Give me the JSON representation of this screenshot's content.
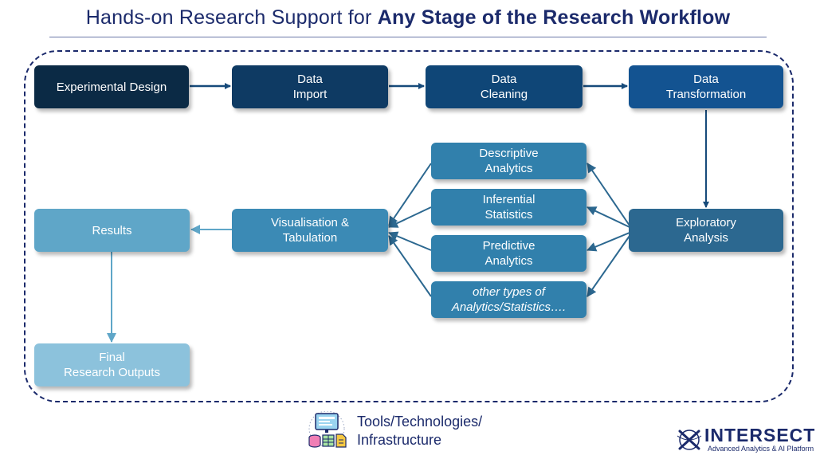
{
  "title": {
    "plain": "Hands-on Research Support for ",
    "bold": "Any Stage of the Research Workflow"
  },
  "workflow": {
    "experimental_design": "Experimental Design",
    "data_import": [
      "Data",
      "Import"
    ],
    "data_cleaning": [
      "Data",
      "Cleaning"
    ],
    "data_transformation": [
      "Data",
      "Transformation"
    ],
    "exploratory_analysis": [
      "Exploratory",
      "Analysis"
    ],
    "descriptive_analytics": [
      "Descriptive",
      "Analytics"
    ],
    "inferential_statistics": [
      "Inferential",
      "Statistics"
    ],
    "predictive_analytics": [
      "Predictive",
      "Analytics"
    ],
    "other_analytics": [
      "other types of",
      "Analytics/Statistics…."
    ],
    "visualisation": [
      "Visualisation &",
      "Tabulation"
    ],
    "results": "Results",
    "final_outputs": [
      "Final",
      "Research Outputs"
    ]
  },
  "footer": {
    "tools_line1": "Tools/Technologies/",
    "tools_line2": "Infrastructure",
    "tools_icon": "computer-workstation-icon",
    "logo_name": "INTERSECT",
    "logo_tagline": "Advanced Analytics & AI Platform",
    "logo_icon": "intersect-logo-icon"
  },
  "colors": {
    "title": "#1b2a6b",
    "experimental_design": "#0b2a45",
    "data_import": "#0e3a63",
    "data_cleaning": "#0f4677",
    "data_transformation": "#135391",
    "exploratory_analysis": "#2c6890",
    "analytics_boxes": "#3180ac",
    "visualisation": "#3b8ab5",
    "results": "#5fa6c8",
    "final_outputs": "#8cc2dc",
    "arrow_dark": "#164a7a",
    "arrow_mid": "#2c6890",
    "arrow_light": "#5fa6c8"
  }
}
